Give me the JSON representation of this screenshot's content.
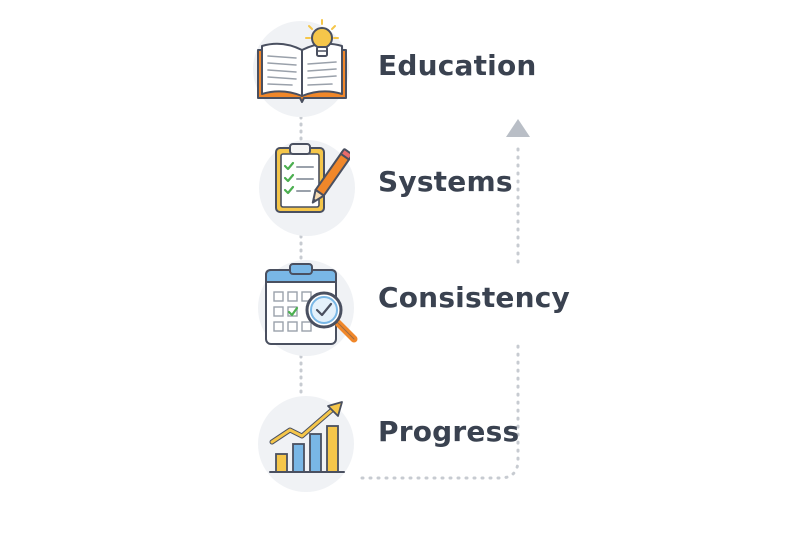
{
  "steps": [
    {
      "label": "Education",
      "icon": "open-book-lightbulb-icon"
    },
    {
      "label": "Systems",
      "icon": "clipboard-checklist-pencil-icon"
    },
    {
      "label": "Consistency",
      "icon": "calendar-magnifier-icon"
    },
    {
      "label": "Progress",
      "icon": "rising-bar-chart-icon"
    }
  ],
  "colors": {
    "text": "#3a4250",
    "circle": "#f0f2f5",
    "outline": "#4a5060",
    "orange": "#f0872a",
    "yellow": "#f5c64a",
    "blue": "#79b7e6",
    "green": "#4caf50",
    "connector": "#c7cbd1",
    "arrow": "#b9bec6"
  }
}
